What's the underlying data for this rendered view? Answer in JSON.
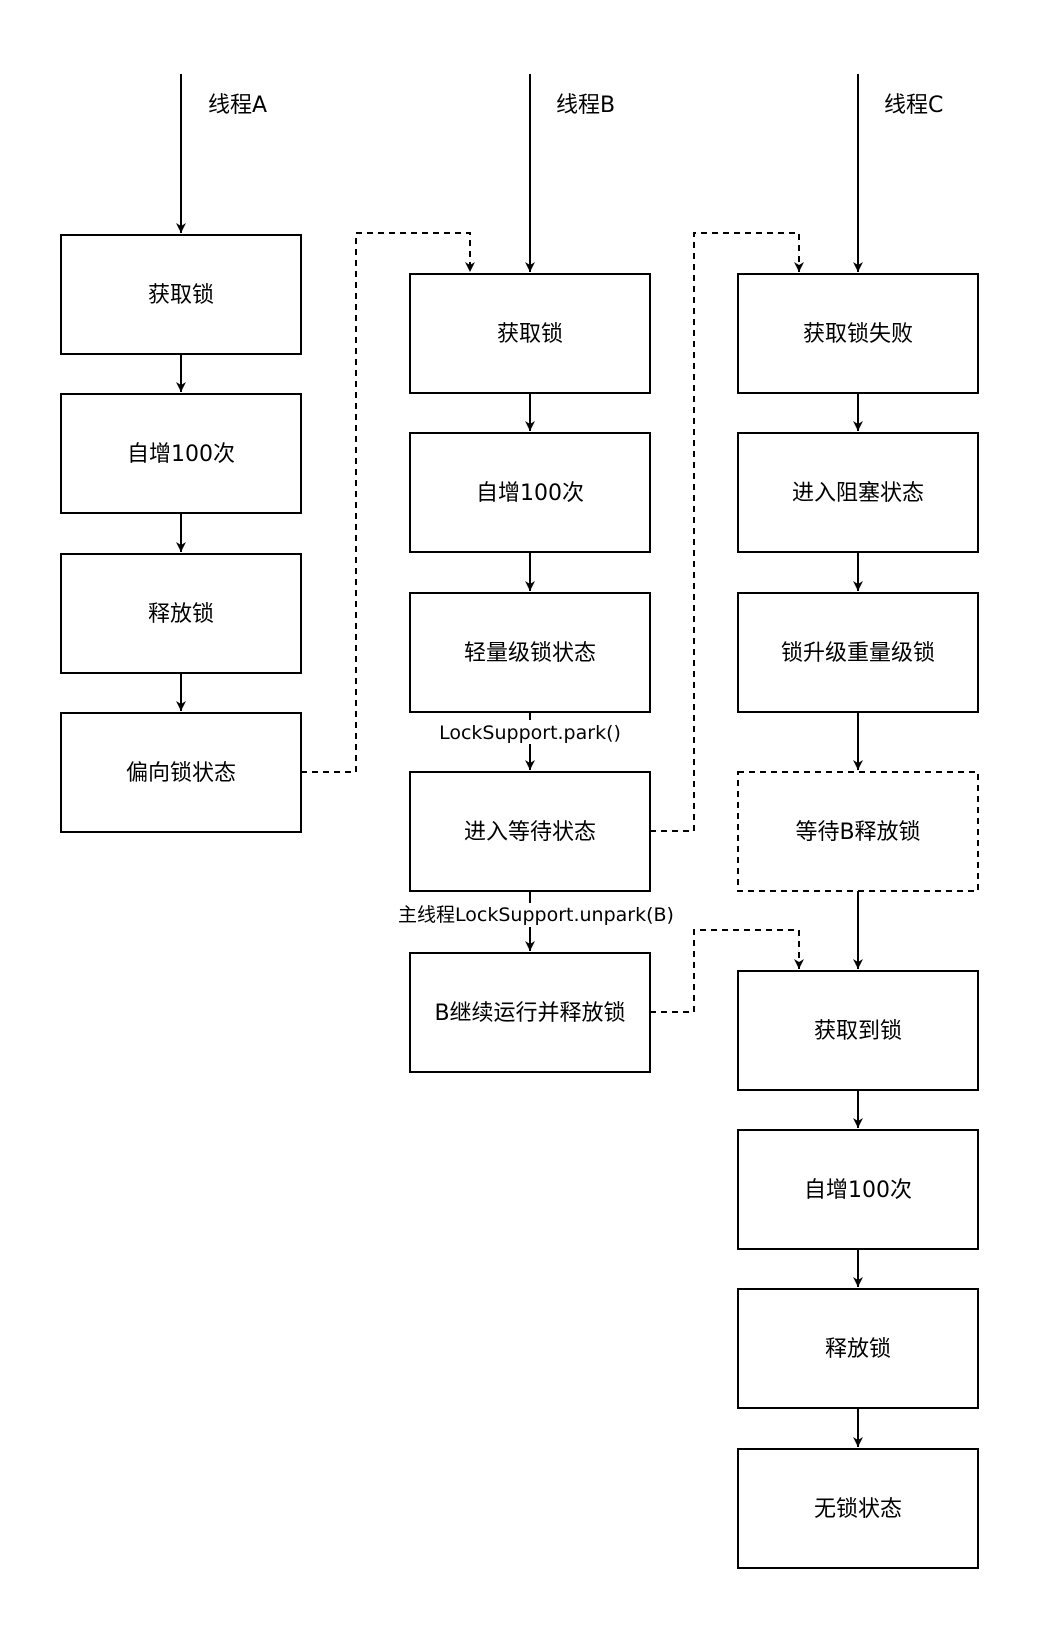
{
  "threads": {
    "a": "线程A",
    "b": "线程B",
    "c": "线程C"
  },
  "nodes": {
    "a1": "获取锁",
    "a2": "自增100次",
    "a3": "释放锁",
    "a4": "偏向锁状态",
    "b1": "获取锁",
    "b2": "自增100次",
    "b3": "轻量级锁状态",
    "b4": "进入等待状态",
    "b5": "B继续运行并释放锁",
    "c1": "获取锁失败",
    "c2": "进入阻塞状态",
    "c3": "锁升级重量级锁",
    "c4": "等待B释放锁",
    "c5": "获取到锁",
    "c6": "自增100次",
    "c7": "释放锁",
    "c8": "无锁状态"
  },
  "edge_labels": {
    "park": "LockSupport.park()",
    "unpark": "主线程LockSupport.unpark(B)"
  },
  "colors": {
    "stroke": "#000000",
    "background": "#ffffff"
  }
}
